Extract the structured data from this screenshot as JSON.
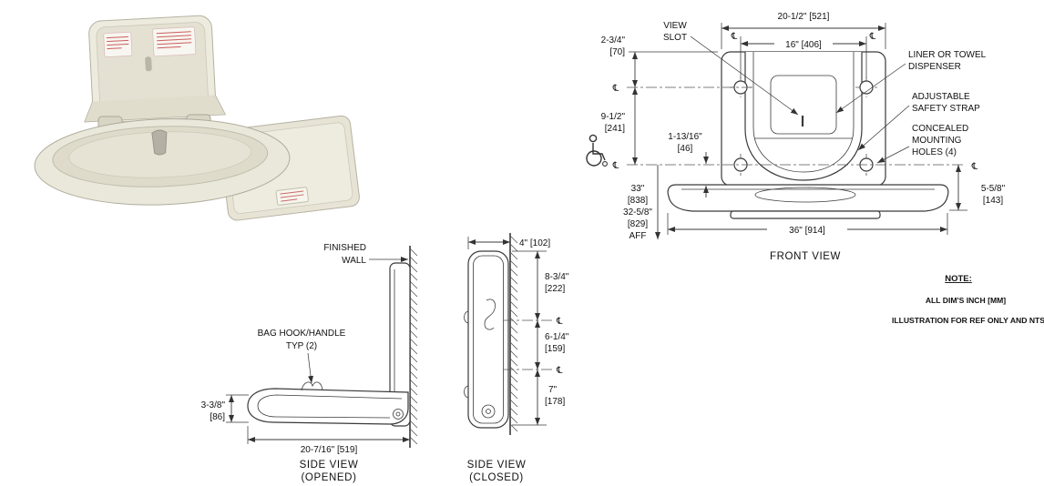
{
  "symbols": {
    "centerline": "℄"
  },
  "front_view": {
    "title": "FRONT VIEW",
    "view_slot_1": "VIEW",
    "view_slot_2": "SLOT",
    "liner_1": "LINER OR TOWEL",
    "liner_2": "DISPENSER",
    "strap_1": "ADJUSTABLE",
    "strap_2": "SAFETY STRAP",
    "holes_1": "CONCEALED",
    "holes_2": "MOUNTING",
    "holes_3": "HOLES (4)",
    "dim_top_width": "20-1/2\" [521]",
    "dim_inner_width": "16\" [406]",
    "dim_top_offset_in": "2-3/4\"",
    "dim_top_offset_mm": "[70]",
    "dim_upper_in": "9-1/2\"",
    "dim_upper_mm": "[241]",
    "dim_slot_in": "1-13/16\"",
    "dim_slot_mm": "[46]",
    "dim_aff_1": "33\"",
    "dim_aff_2": "[838]",
    "dim_aff_3": "32-5/8\"",
    "dim_aff_4": "[829]",
    "dim_aff_5": "AFF",
    "dim_tray_in": "5-5/8\"",
    "dim_tray_mm": "[143]",
    "dim_total_width": "36\" [914]"
  },
  "side_view_opened": {
    "title_1": "SIDE VIEW",
    "title_2": "(OPENED)",
    "finished_wall_1": "FINISHED",
    "finished_wall_2": "WALL",
    "bag_hook_1": "BAG HOOK/HANDLE",
    "bag_hook_2": "TYP (2)",
    "dim_lip_in": "3-3/8\"",
    "dim_lip_mm": "[86]",
    "dim_length": "20-7/16\" [519]"
  },
  "side_view_closed": {
    "title_1": "SIDE VIEW",
    "title_2": "(CLOSED)",
    "dim_depth": "4\" [102]",
    "dim_a_in": "8-3/4\"",
    "dim_a_mm": "[222]",
    "dim_b_in": "6-1/4\"",
    "dim_b_mm": "[159]",
    "dim_c_in": "7\"",
    "dim_c_mm": "[178]"
  },
  "notes": {
    "heading": "NOTE:",
    "line1": "ALL DIM'S INCH [MM]",
    "line2": "ILLUSTRATION FOR REF ONLY AND NTS"
  },
  "colors": {
    "line": "#3a3a3a",
    "text": "#111111",
    "beige": "#eae8da",
    "beige_dark": "#d9d6c6"
  }
}
